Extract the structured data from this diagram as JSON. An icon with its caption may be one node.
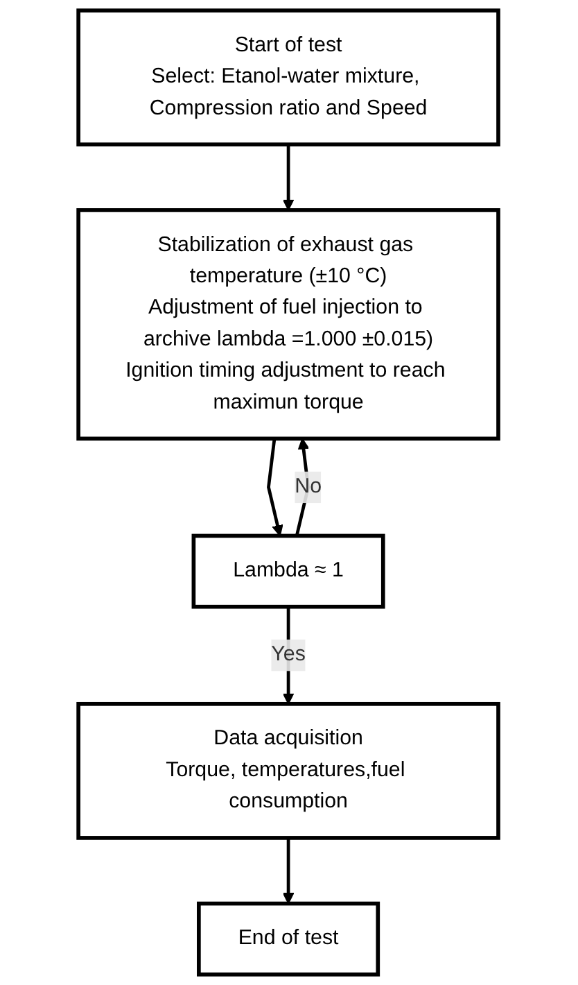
{
  "diagram": {
    "nodes": [
      {
        "text": [
          "Start of test",
          "Select: Etanol-water mixture, Compression ratio and Speed"
        ]
      },
      {
        "text": [
          "Stabilization of exhaust gas temperature (±10 °C)",
          "Adjustment of fuel injection to archive lambda =1.000 ±0.015)",
          "Ignition timing adjustment to reach maximun torque"
        ]
      },
      {
        "text": [
          "Lambda ≈ 1"
        ]
      },
      {
        "text": [
          "Data acquisition",
          "Torque, temperatures,fuel consumption"
        ]
      },
      {
        "text": [
          "End of test"
        ]
      }
    ],
    "edges": [
      {
        "from": 0,
        "to": 1,
        "arrow": "to"
      },
      {
        "from": 1,
        "to": 2,
        "arrow": "to"
      },
      {
        "from": 2,
        "to": 1,
        "arrow": "to",
        "label": "No"
      },
      {
        "from": 2,
        "to": 3,
        "arrow": "to",
        "label": "Yes"
      },
      {
        "from": 3,
        "to": 4,
        "arrow": "to"
      }
    ]
  }
}
